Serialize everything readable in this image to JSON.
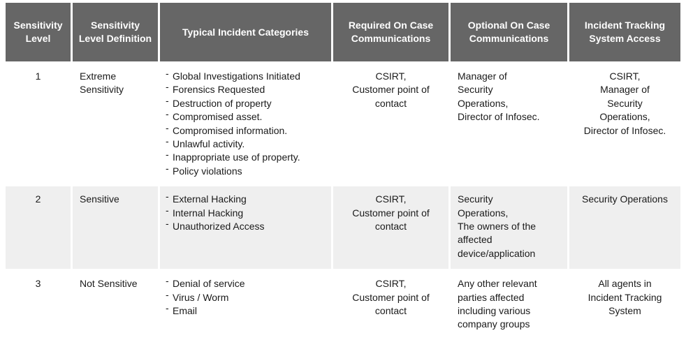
{
  "colors": {
    "header_bg": "#666666",
    "header_text": "#ffffff",
    "body_text": "#1a1a1a",
    "alt_row_bg": "#efefef",
    "page_bg": "#ffffff"
  },
  "chart_data": {
    "type": "table",
    "columns": [
      "Sensitivity Level",
      "Sensitivity Level Definition",
      "Typical Incident Categories",
      "Required On Case Communications",
      "Optional On Case Communications",
      "Incident Tracking System Access"
    ],
    "rows": [
      {
        "sensitivity_level": "1",
        "definition": "Extreme Sensitivity",
        "categories": [
          "Global Investigations Initiated",
          "Forensics Requested",
          "Destruction of property",
          "Compromised asset.",
          "Compromised information.",
          "Unlawful activity.",
          "Inappropriate use of property.",
          "Policy violations"
        ],
        "required_on_case": "CSIRT,\nCustomer point of\ncontact",
        "optional_on_case": "Manager of\nSecurity\nOperations,\nDirector of Infosec.",
        "tracking_access": "CSIRT,\nManager of\nSecurity\nOperations,\nDirector of Infosec."
      },
      {
        "sensitivity_level": "2",
        "definition": "Sensitive",
        "categories": [
          "External Hacking",
          "Internal Hacking",
          "Unauthorized Access"
        ],
        "required_on_case": "CSIRT,\nCustomer point of\ncontact",
        "optional_on_case": "Security\nOperations,\nThe owners of the\naffected\ndevice/application",
        "tracking_access": "Security Operations"
      },
      {
        "sensitivity_level": "3",
        "definition": "Not Sensitive",
        "categories": [
          "Denial of service",
          "Virus / Worm",
          "Email"
        ],
        "required_on_case": "CSIRT,\nCustomer point of\ncontact",
        "optional_on_case": "Any other relevant\nparties affected\nincluding various\ncompany groups",
        "tracking_access": "All agents in\nIncident Tracking\nSystem"
      }
    ]
  }
}
